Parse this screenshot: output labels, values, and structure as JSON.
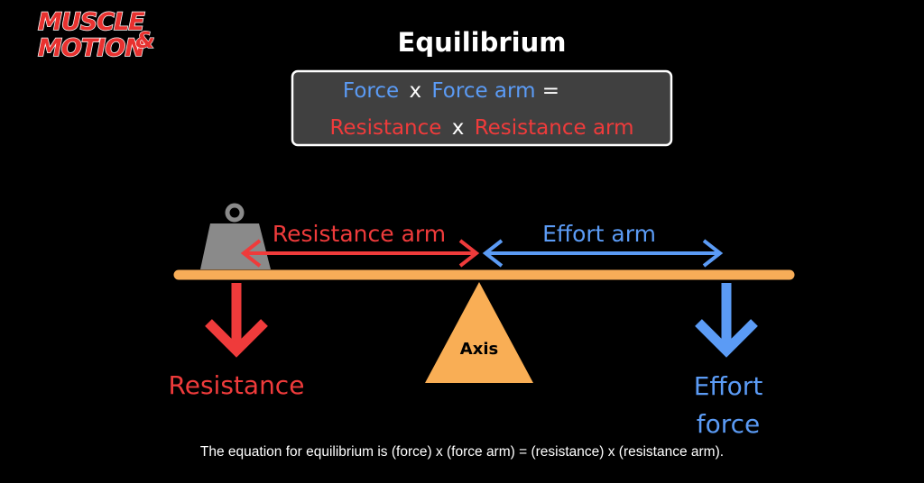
{
  "logo": {
    "line1": "MUSCLE",
    "line2": "MOTION",
    "ampersand": "&"
  },
  "title": "Equilibrium",
  "equation": {
    "force": "Force",
    "times1": "x",
    "force_arm": "Force arm",
    "equals": "=",
    "resistance": "Resistance",
    "times2": "x",
    "resistance_arm": "Resistance arm"
  },
  "labels": {
    "resistance_arm": "Resistance arm",
    "effort_arm": "Effort arm",
    "axis": "Axis",
    "resistance": "Resistance",
    "effort_line1": "Effort",
    "effort_line2": "force"
  },
  "caption": "The equation for equilibrium is (force) x (force arm) = (resistance) x (resistance arm).",
  "colors": {
    "background": "#000000",
    "text": "#ffffff",
    "force_blue": "#5b9bf5",
    "resistance_red": "#ef3b3b",
    "lever_orange": "#f7ad58",
    "axis_orange": "#f9ae55",
    "weight_gray": "#8a8a8a",
    "equation_box_fill": "#404040",
    "equation_box_border": "#ffffff",
    "logo_red": "#e8312f"
  }
}
